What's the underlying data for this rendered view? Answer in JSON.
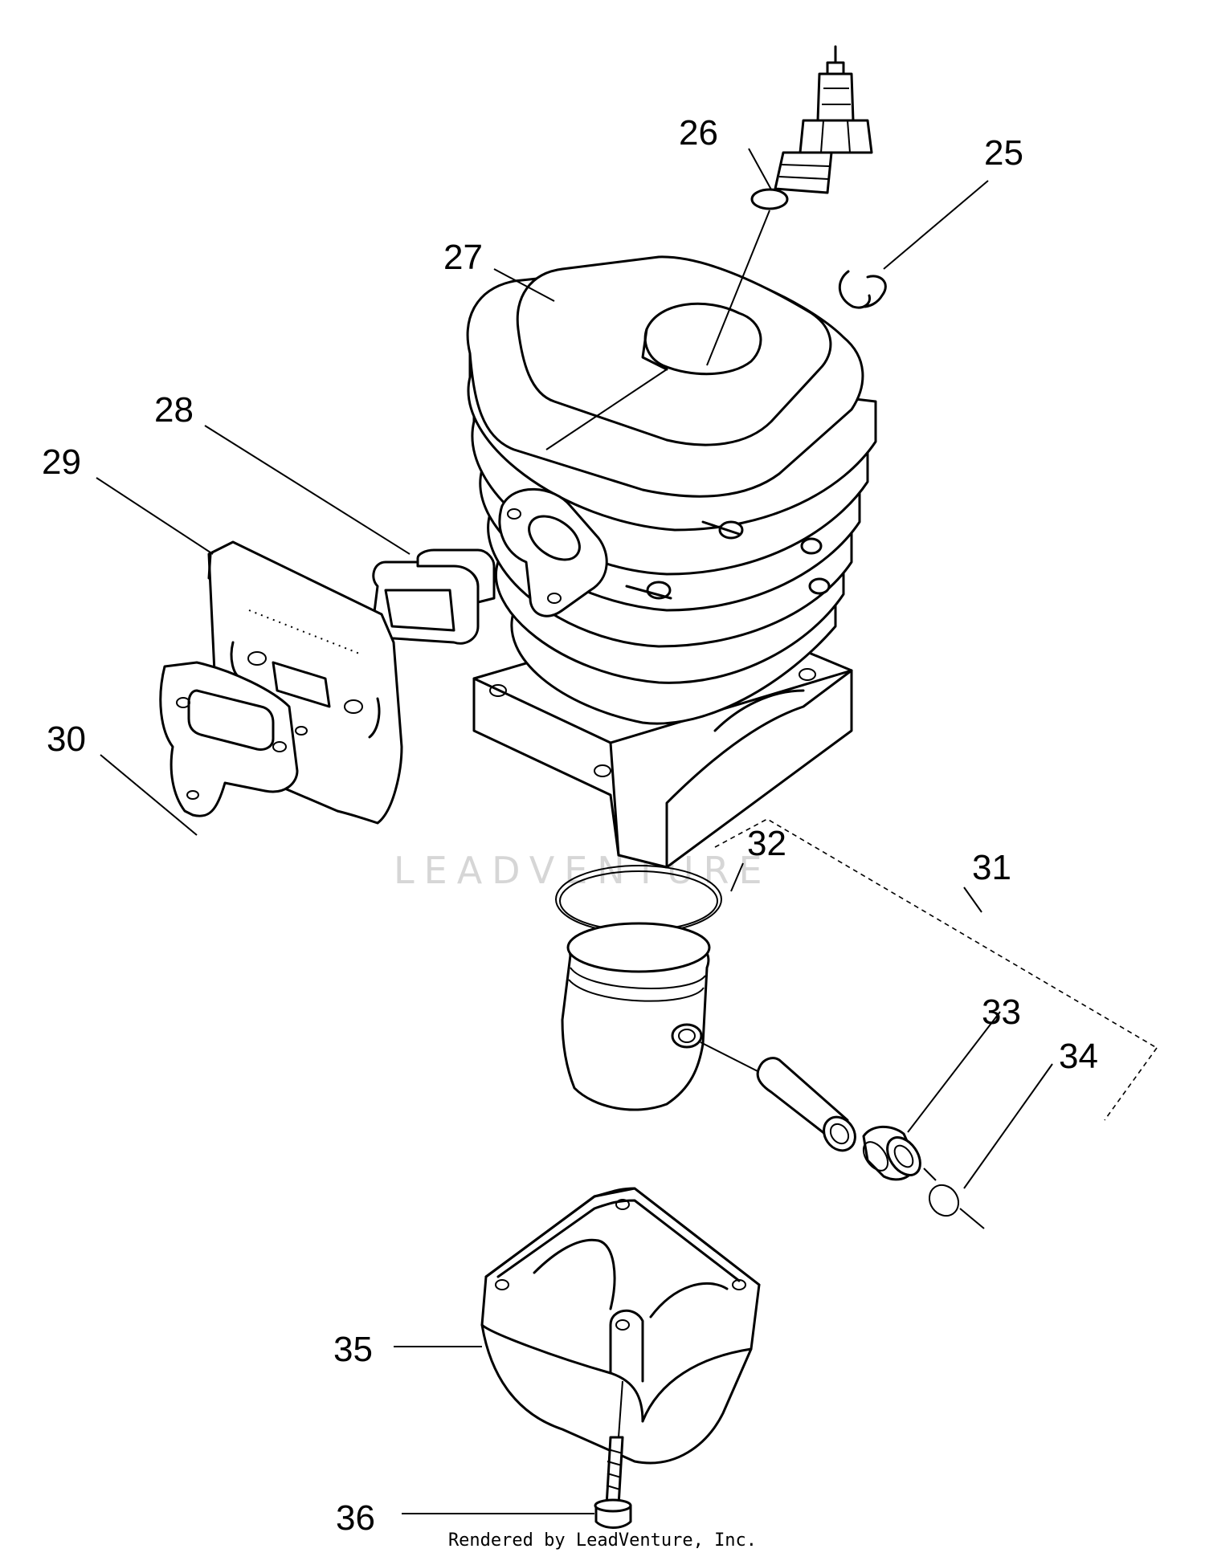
{
  "diagram": {
    "callouts": [
      {
        "id": "p25",
        "number": "25"
      },
      {
        "id": "p26",
        "number": "26"
      },
      {
        "id": "p27",
        "number": "27"
      },
      {
        "id": "p28",
        "number": "28"
      },
      {
        "id": "p29",
        "number": "29"
      },
      {
        "id": "p30",
        "number": "30"
      },
      {
        "id": "p31",
        "number": "31"
      },
      {
        "id": "p32",
        "number": "32"
      },
      {
        "id": "p33",
        "number": "33"
      },
      {
        "id": "p34",
        "number": "34"
      },
      {
        "id": "p35",
        "number": "35"
      },
      {
        "id": "p36",
        "number": "36"
      }
    ],
    "watermark": "LEADVENTURE",
    "footer": "Rendered by LeadVenture, Inc."
  }
}
